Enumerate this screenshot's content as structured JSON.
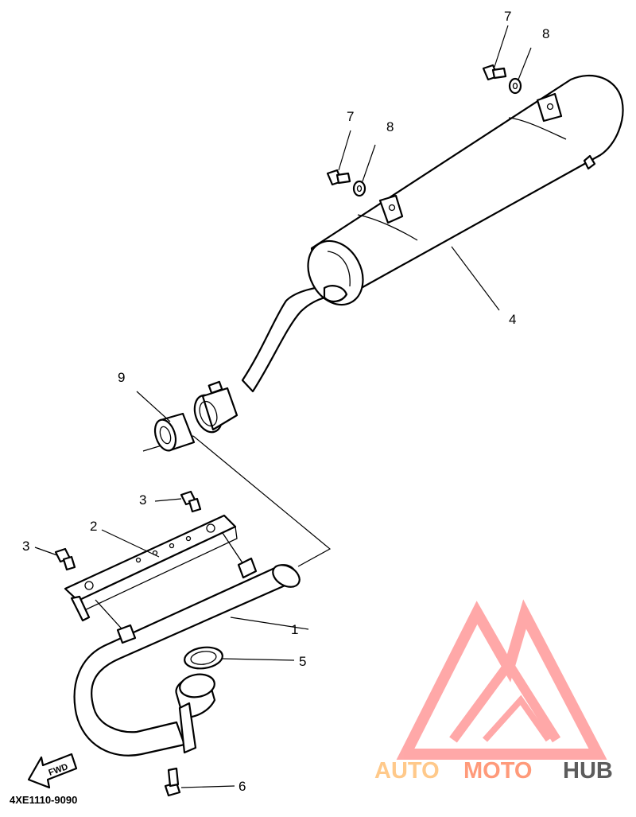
{
  "callouts": {
    "c1": "1",
    "c2": "2",
    "c3a": "3",
    "c3b": "3",
    "c4": "4",
    "c5": "5",
    "c6": "6",
    "c7a": "7",
    "c7b": "7",
    "c8a": "8",
    "c8b": "8",
    "c9": "9"
  },
  "fwd_label": "FWD",
  "diagram_code": "4XE1110-9090",
  "watermark": {
    "part1": "AUTO",
    "part2": "MOTO",
    "part3": "HUB",
    "color_light": "#ffc98a",
    "color_accent": "#ff9a7a",
    "color_dark": "#5c5c5c",
    "logo_color": "#ff8c8c"
  }
}
